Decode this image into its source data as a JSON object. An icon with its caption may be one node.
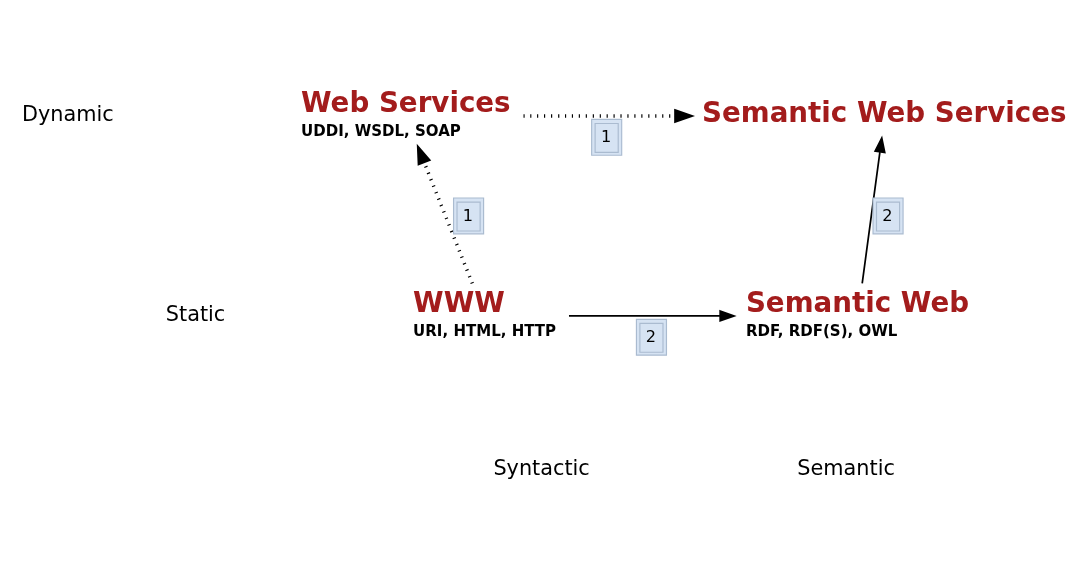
{
  "diagram": {
    "nodes": [
      {
        "text": [
          "Web Services",
          "UDDI, WSDL, SOAP"
        ]
      },
      {
        "text": [
          "Semantic Web Services"
        ]
      },
      {
        "text": [
          "WWW",
          "URI, HTML, HTTP"
        ]
      },
      {
        "text": [
          "Semantic Web",
          "RDF, RDF(S), OWL"
        ]
      }
    ],
    "edges": [
      {
        "from": 2,
        "to": 0,
        "arrow": "to",
        "label": "1",
        "style": "dashed"
      },
      {
        "from": 0,
        "to": 1,
        "arrow": "to",
        "label": "1",
        "style": "dashed"
      },
      {
        "from": 2,
        "to": 3,
        "arrow": "to",
        "label": "2"
      },
      {
        "from": 3,
        "to": 1,
        "arrow": "to",
        "label": "2"
      }
    ],
    "labels": [
      "Dynamic",
      "Static",
      "Syntactic",
      "Semantic"
    ]
  }
}
